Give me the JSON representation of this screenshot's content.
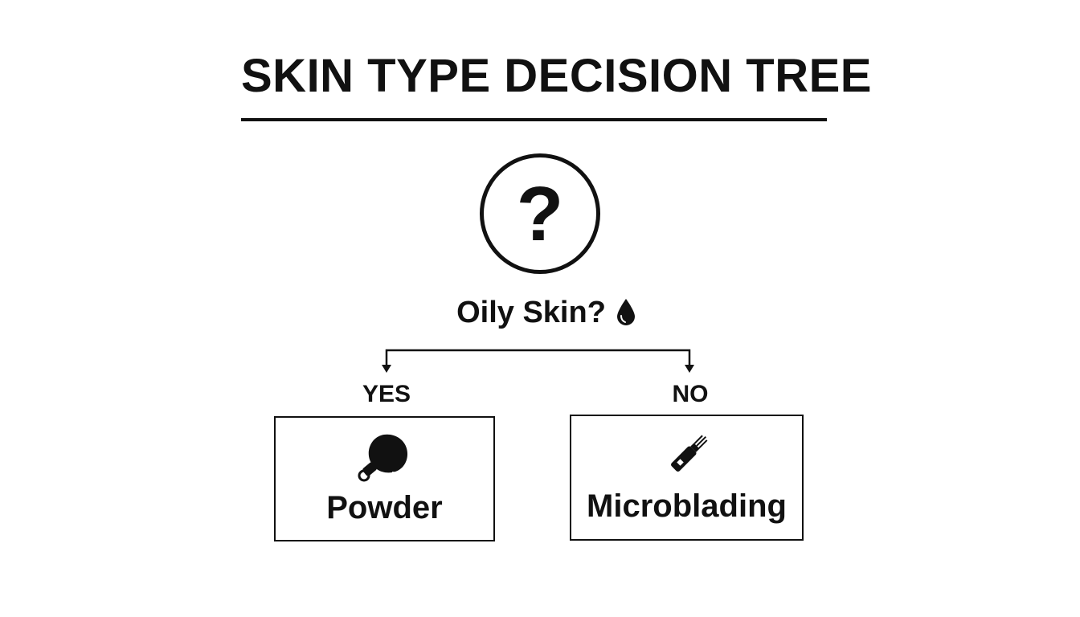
{
  "title": "SKIN TYPE DECISION TREE",
  "root": {
    "icon": "question-mark-icon",
    "symbol": "?"
  },
  "question": {
    "text": "Oily Skin?",
    "icon": "droplet-icon"
  },
  "branches": [
    {
      "label": "YES",
      "result": {
        "text": "Powder",
        "icon": "powder-puff-icon"
      }
    },
    {
      "label": "NO",
      "result": {
        "text": "Microblading",
        "icon": "microblading-pen-icon"
      }
    }
  ],
  "colors": {
    "ink": "#111111",
    "background": "#ffffff"
  }
}
